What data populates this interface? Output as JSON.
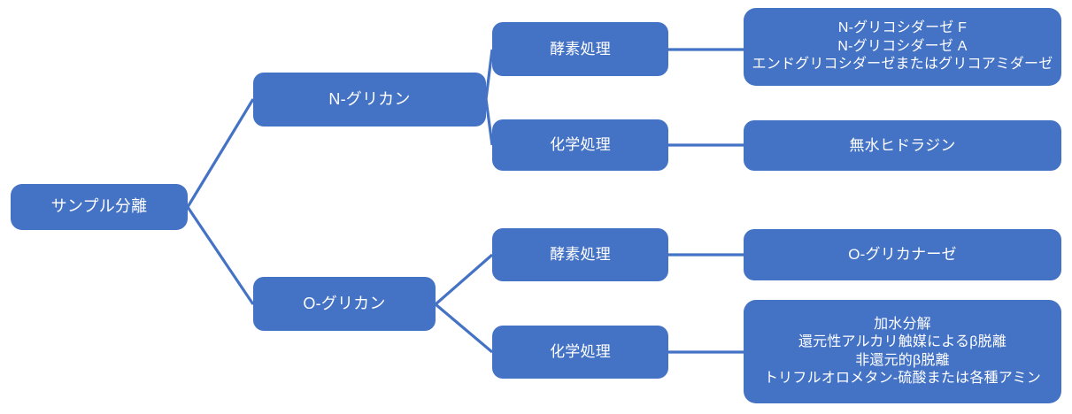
{
  "diagram": {
    "type": "tree-flowchart",
    "title": "サンプル分離 グリカン処理フロー",
    "accent_color": "#4472C4",
    "connector_color": "#4472C4",
    "text_color": "#FFFFFF",
    "background_color": "#FFFFFF",
    "nodes": {
      "sample": "サンプル分離",
      "n_glycan": "N-グリカン",
      "o_glycan": "O-グリカン",
      "n_enzyme": "酵素処理",
      "n_chemical": "化学処理",
      "o_enzyme": "酵素処理",
      "o_chemical": "化学処理",
      "n_enzyme_detail": "N-グリコシダーゼ F\nN-グリコシダーゼ A\nエンドグリコシダーゼまたはグリコアミダーゼ",
      "n_chemical_detail": "無水ヒドラジン",
      "o_enzyme_detail": "O-グリカナーゼ",
      "o_chemical_detail": "加水分解\n還元性アルカリ触媒によるβ脱離\n非還元的β脱離\nトリフルオロメタン-硫酸または各種アミン"
    },
    "edges": [
      {
        "from": "sample",
        "to": "n_glycan"
      },
      {
        "from": "sample",
        "to": "o_glycan"
      },
      {
        "from": "n_glycan",
        "to": "n_enzyme"
      },
      {
        "from": "n_glycan",
        "to": "n_chemical"
      },
      {
        "from": "o_glycan",
        "to": "o_enzyme"
      },
      {
        "from": "o_glycan",
        "to": "o_chemical"
      },
      {
        "from": "n_enzyme",
        "to": "n_enzyme_detail"
      },
      {
        "from": "n_chemical",
        "to": "n_chemical_detail"
      },
      {
        "from": "o_enzyme",
        "to": "o_enzyme_detail"
      },
      {
        "from": "o_chemical",
        "to": "o_chemical_detail"
      }
    ]
  }
}
